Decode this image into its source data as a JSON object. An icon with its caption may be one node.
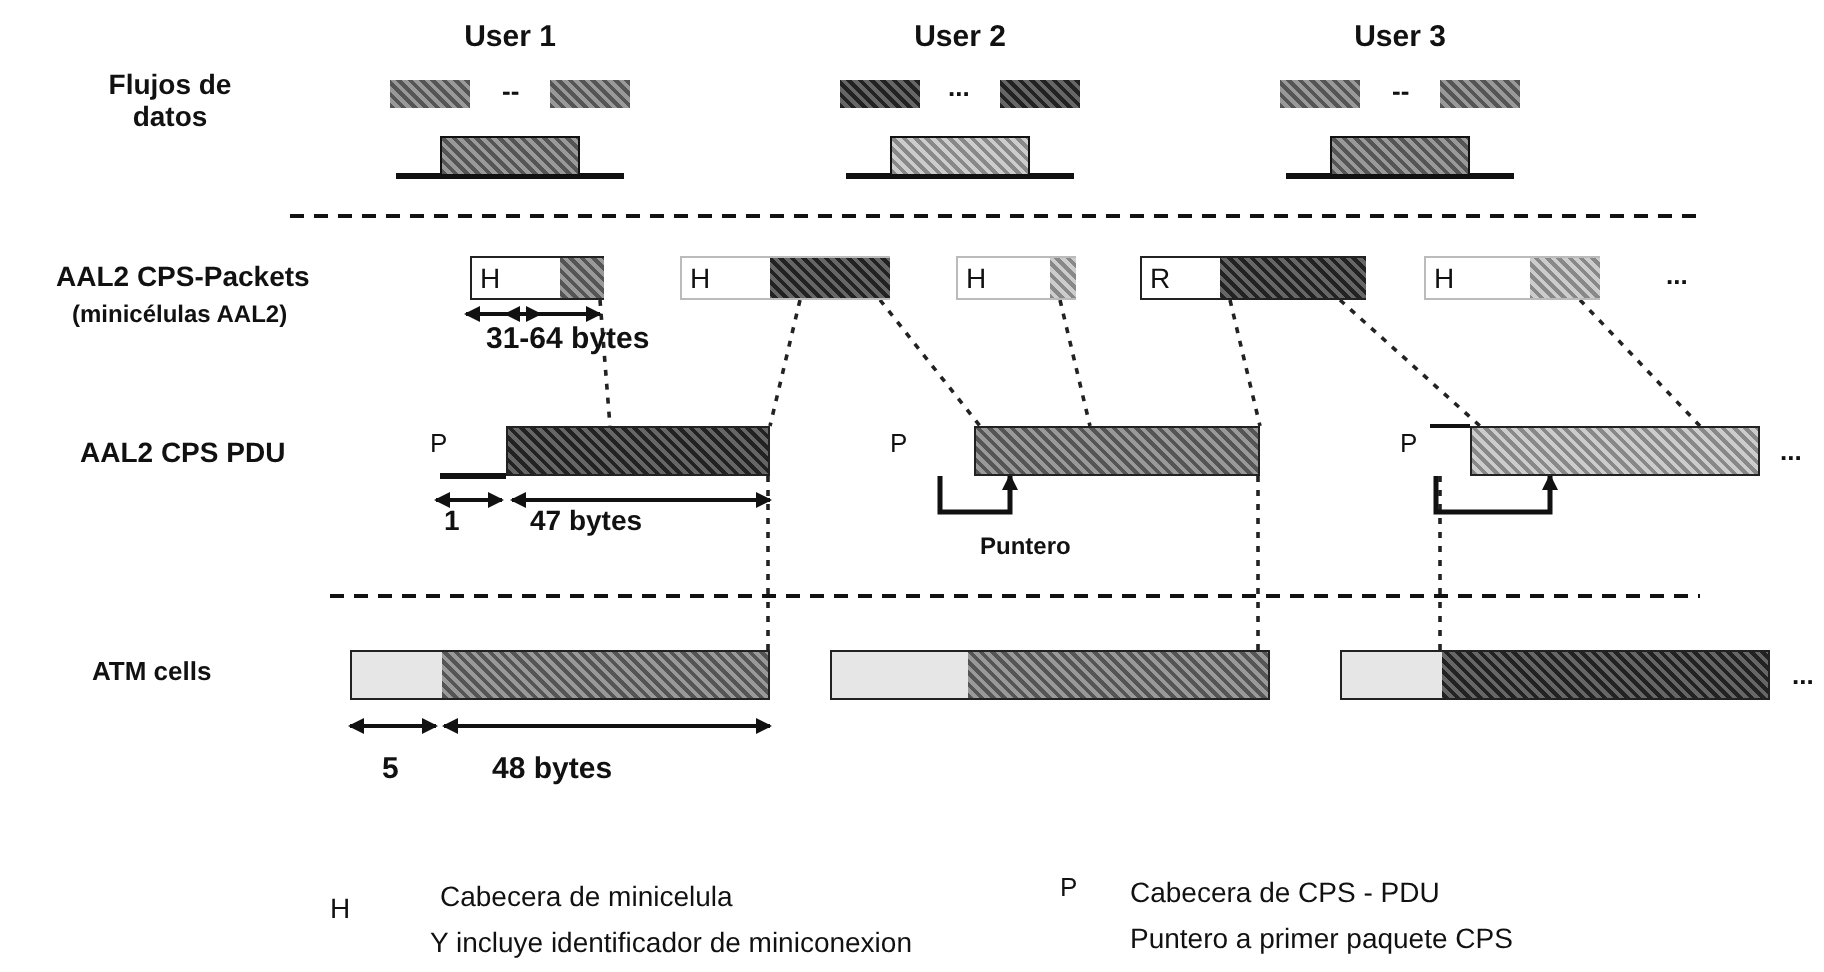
{
  "diagram": {
    "nodes": [
      {
        "text": [
          "User 1"
        ]
      },
      {
        "text": [
          "User 2"
        ]
      },
      {
        "text": [
          "User 3"
        ]
      },
      {
        "text": [
          "H"
        ]
      },
      {
        "text": [
          "H"
        ]
      },
      {
        "text": [
          "H"
        ]
      },
      {
        "text": [
          "R"
        ]
      },
      {
        "text": [
          "H"
        ]
      },
      {
        "text": [],
        "shape": "box",
        "beside": [
          "P"
        ]
      },
      {
        "text": [],
        "shape": "box",
        "beside": [
          "P"
        ]
      },
      {
        "text": [],
        "shape": "box",
        "beside": [
          "P",
          "..."
        ]
      },
      {
        "text": [],
        "shape": "bar"
      },
      {
        "text": [],
        "shape": "bar"
      },
      {
        "text": [],
        "shape": "bar",
        "beside": [
          "..."
        ]
      }
    ],
    "edges": [
      {
        "from": 3,
        "to": 8,
        "arrow": "none",
        "style": "dashed"
      },
      {
        "from": 4,
        "to": 8,
        "arrow": "none",
        "style": "dashed"
      },
      {
        "from": 4,
        "to": 9,
        "arrow": "none",
        "style": "dashed"
      },
      {
        "from": 5,
        "to": 9,
        "arrow": "none",
        "style": "dashed"
      },
      {
        "from": 6,
        "to": 9,
        "arrow": "none",
        "style": "dashed"
      },
      {
        "from": 6,
        "to": 10,
        "arrow": "none",
        "style": "dashed"
      },
      {
        "from": 7,
        "to": 10,
        "arrow": "none",
        "style": "dashed"
      },
      {
        "from": 8,
        "to": 11,
        "arrow": "none",
        "style": "dashed"
      },
      {
        "from": 9,
        "to": 12,
        "arrow": "none",
        "style": "dashed"
      },
      {
        "from": 10,
        "to": 13,
        "arrow": "none",
        "style": "dashed"
      },
      {
        "from": null,
        "to": 9,
        "arrow": "to"
      },
      {
        "from": null,
        "to": 10,
        "arrow": "to"
      }
    ],
    "labels": [
      "Flujos de datos",
      "--",
      "...",
      "--",
      "AAL2 CPS-Packets",
      "(minicélulas AAL2)",
      "...",
      "31-64 bytes",
      "AAL2 CPS PDU",
      "1",
      "47 bytes",
      "Puntero",
      "ATM cells",
      "5",
      "48 bytes",
      "H",
      "Cabecera de minicelula",
      "P",
      "Cabecera de CPS - PDU",
      "Y incluye identificador de miniconexion",
      "Puntero a primer paquete CPS"
    ]
  }
}
